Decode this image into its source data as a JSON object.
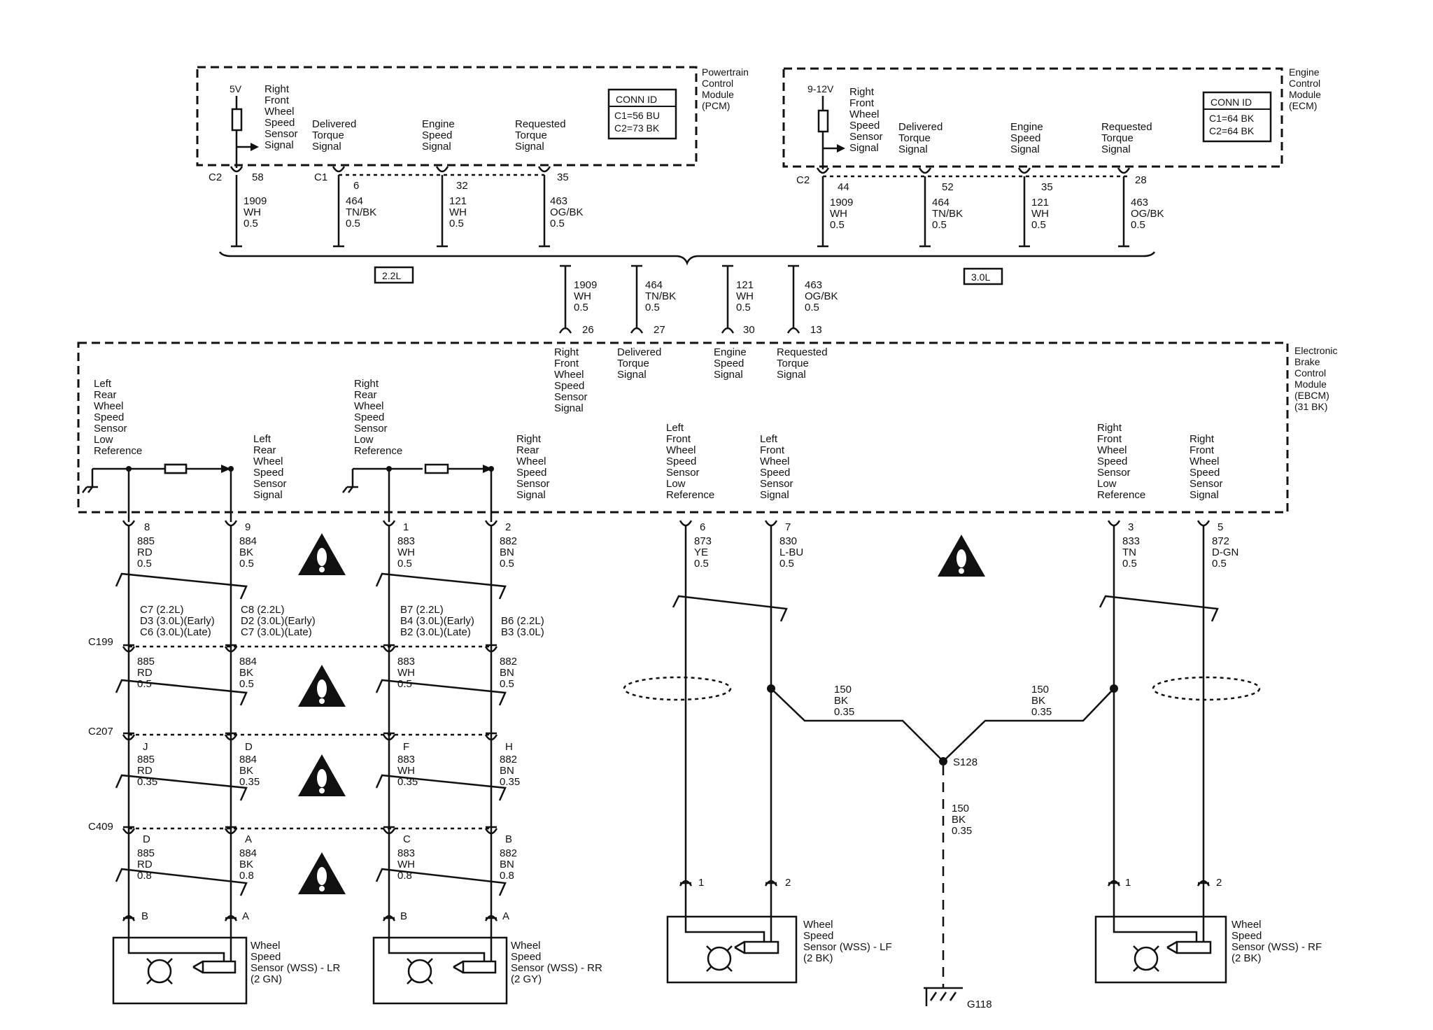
{
  "pcm": {
    "title": [
      "Powertrain",
      "Control",
      "Module",
      "(PCM)"
    ],
    "conn_id": "CONN ID",
    "conn_lines": [
      "C1=56 BU",
      "C2=73 BK"
    ],
    "volt": "5V",
    "sig1": [
      "Right",
      "Front",
      "Wheel",
      "Speed",
      "Sensor",
      "Signal"
    ],
    "sig2": [
      "Delivered",
      "Torque",
      "Signal"
    ],
    "sig3": [
      "Engine",
      "Speed",
      "Signal"
    ],
    "sig4": [
      "Requested",
      "Torque",
      "Signal"
    ],
    "c2": "C2",
    "c1": "C1",
    "pins": [
      "58",
      "6",
      "32",
      "35"
    ],
    "wires": [
      [
        "1909",
        "WH",
        "0.5"
      ],
      [
        "464",
        "TN/BK",
        "0.5"
      ],
      [
        "121",
        "WH",
        "0.5"
      ],
      [
        "463",
        "OG/BK",
        "0.5"
      ]
    ],
    "engine_label": "2.2L"
  },
  "ecm": {
    "title": [
      "Engine",
      "Control",
      "Module",
      "(ECM)"
    ],
    "conn_id": "CONN ID",
    "conn_lines": [
      "C1=64 BK",
      "C2=64 BK"
    ],
    "volt": "9-12V",
    "sig1": [
      "Right",
      "Front",
      "Wheel",
      "Speed",
      "Sensor",
      "Signal"
    ],
    "sig2": [
      "Delivered",
      "Torque",
      "Signal"
    ],
    "sig3": [
      "Engine",
      "Speed",
      "Signal"
    ],
    "sig4": [
      "Requested",
      "Torque",
      "Signal"
    ],
    "c2": "C2",
    "pins": [
      "44",
      "52",
      "35",
      "28"
    ],
    "wires": [
      [
        "1909",
        "WH",
        "0.5"
      ],
      [
        "464",
        "TN/BK",
        "0.5"
      ],
      [
        "121",
        "WH",
        "0.5"
      ],
      [
        "463",
        "OG/BK",
        "0.5"
      ]
    ],
    "engine_label": "3.0L"
  },
  "ebcm_in": {
    "wires": [
      [
        "1909",
        "WH",
        "0.5"
      ],
      [
        "464",
        "TN/BK",
        "0.5"
      ],
      [
        "121",
        "WH",
        "0.5"
      ],
      [
        "463",
        "OG/BK",
        "0.5"
      ]
    ],
    "pins": [
      "26",
      "27",
      "30",
      "13"
    ],
    "labels": [
      [
        "Right",
        "Front",
        "Wheel",
        "Speed",
        "Sensor",
        "Signal"
      ],
      [
        "Delivered",
        "Torque",
        "Signal"
      ],
      [
        "Engine",
        "Speed",
        "Signal"
      ],
      [
        "Requested",
        "Torque",
        "Signal"
      ]
    ]
  },
  "ebcm": {
    "title": [
      "Electronic",
      "Brake",
      "Control",
      "Module",
      "(EBCM)",
      "(31 BK)"
    ],
    "lr_low": [
      "Left",
      "Rear",
      "Wheel",
      "Speed",
      "Sensor",
      "Low",
      "Reference"
    ],
    "lr_sig": [
      "Left",
      "Rear",
      "Wheel",
      "Speed",
      "Sensor",
      "Signal"
    ],
    "rr_low": [
      "Right",
      "Rear",
      "Wheel",
      "Speed",
      "Sensor",
      "Low",
      "Reference"
    ],
    "rr_sig": [
      "Right",
      "Rear",
      "Wheel",
      "Speed",
      "Sensor",
      "Signal"
    ],
    "lf_low": [
      "Left",
      "Front",
      "Wheel",
      "Speed",
      "Sensor",
      "Low",
      "Reference"
    ],
    "lf_sig": [
      "Left",
      "Front",
      "Wheel",
      "Speed",
      "Sensor",
      "Signal"
    ],
    "rf_low": [
      "Right",
      "Front",
      "Wheel",
      "Speed",
      "Sensor",
      "Low",
      "Reference"
    ],
    "rf_sig": [
      "Right",
      "Front",
      "Wheel",
      "Speed",
      "Sensor",
      "Signal"
    ]
  },
  "rear": {
    "pins": [
      "8",
      "9",
      "1",
      "2"
    ],
    "w1": [
      [
        "885",
        "RD",
        "0.5"
      ],
      [
        "884",
        "BK",
        "0.5"
      ],
      [
        "883",
        "WH",
        "0.5"
      ],
      [
        "882",
        "BN",
        "0.5"
      ]
    ],
    "c199_cav": [
      [
        "C7 (2.2L)",
        "D3 (3.0L)(Early)",
        "C6 (3.0L)(Late)"
      ],
      [
        "C8 (2.2L)",
        "D2 (3.0L)(Early)",
        "C7 (3.0L)(Late)"
      ],
      [
        "B7 (2.2L)",
        "B4 (3.0L)(Early)",
        "B2 (3.0L)(Late)"
      ],
      [
        "B6 (2.2L)",
        "B3 (3.0L)"
      ]
    ],
    "c199": "C199",
    "w2": [
      [
        "885",
        "RD",
        "0.5"
      ],
      [
        "884",
        "BK",
        "0.5"
      ],
      [
        "883",
        "WH",
        "0.5"
      ],
      [
        "882",
        "BN",
        "0.5"
      ]
    ],
    "c207": "C207",
    "c207_cav": [
      "J",
      "D",
      "F",
      "H"
    ],
    "w3": [
      [
        "885",
        "RD",
        "0.35"
      ],
      [
        "884",
        "BK",
        "0.35"
      ],
      [
        "883",
        "WH",
        "0.35"
      ],
      [
        "882",
        "BN",
        "0.35"
      ]
    ],
    "c409": "C409",
    "c409_cav": [
      "D",
      "A",
      "C",
      "B"
    ],
    "w4": [
      [
        "885",
        "RD",
        "0.8"
      ],
      [
        "884",
        "BK",
        "0.8"
      ],
      [
        "883",
        "WH",
        "0.8"
      ],
      [
        "882",
        "BN",
        "0.8"
      ]
    ],
    "sensor_cav": [
      "B",
      "A",
      "B",
      "A"
    ],
    "wss_lr": [
      "Wheel",
      "Speed",
      "Sensor (WSS) - LR",
      "(2 GN)"
    ],
    "wss_rr": [
      "Wheel",
      "Speed",
      "Sensor (WSS) - RR",
      "(2 GY)"
    ]
  },
  "front": {
    "pins": [
      "6",
      "7",
      "3",
      "5"
    ],
    "w1": [
      [
        "873",
        "YE",
        "0.5"
      ],
      [
        "830",
        "L-BU",
        "0.5"
      ],
      [
        "833",
        "TN",
        "0.5"
      ],
      [
        "872",
        "D-GN",
        "0.5"
      ]
    ],
    "drain_l": [
      "150",
      "BK",
      "0.35"
    ],
    "drain_r": [
      "150",
      "BK",
      "0.35"
    ],
    "splice": "S128",
    "ground_wire": [
      "150",
      "BK",
      "0.35"
    ],
    "ground": "G118",
    "sensor_cav": [
      "1",
      "2",
      "1",
      "2"
    ],
    "wss_lf": [
      "Wheel",
      "Speed",
      "Sensor (WSS) - LF",
      "(2 BK)"
    ],
    "wss_rf": [
      "Wheel",
      "Speed",
      "Sensor (WSS) - RF",
      "(2 BK)"
    ]
  },
  "colors": {
    "ink": "#111111",
    "paper": "#ffffff"
  }
}
